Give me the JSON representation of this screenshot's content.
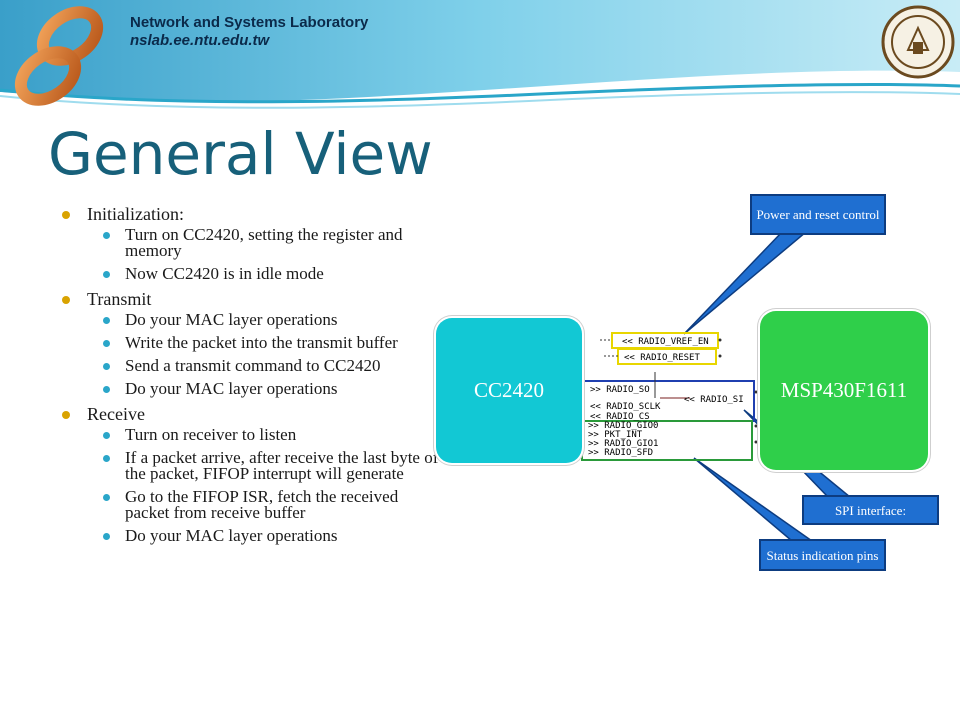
{
  "header": {
    "lab_name": "Network and Systems Laboratory",
    "lab_url": "nslab.ee.ntu.edu.tw"
  },
  "title": "General View",
  "bullets": [
    {
      "label": "Initialization:",
      "sub": [
        "Turn on CC2420, setting the register and memory",
        "Now CC2420 is in idle mode"
      ]
    },
    {
      "label": "Transmit",
      "sub": [
        "Do your MAC layer operations",
        "Write the packet into the transmit buffer",
        "Send a transmit command to CC2420",
        "Do your MAC layer operations"
      ]
    },
    {
      "label": "Receive",
      "sub": [
        "Turn on receiver to listen",
        "If a packet arrive, after receive the last byte of the packet, FIFOP interrupt will generate",
        "Go to the FIFOP ISR, fetch the received packet from receive buffer",
        "Do your MAC layer operations"
      ]
    }
  ],
  "diagram": {
    "chip_left": "CC2420",
    "chip_right": "MSP430F1611",
    "callouts": {
      "power": "Power and reset control",
      "spi": "SPI interface:",
      "status": "Status indication pins"
    },
    "pins": {
      "power": [
        "RADIO_VREF_EN",
        "RADIO_RESET"
      ],
      "spi_in": [
        "RADIO_SO",
        "RADIO_SCLK",
        "RADIO_CS"
      ],
      "spi_out": "RADIO_SI",
      "status": [
        "RADIO_GIO0",
        "PKT_INT",
        "RADIO_GIO1",
        "RADIO_SFD"
      ]
    }
  },
  "colors": {
    "title": "#17607a",
    "chip_left": "#12c8d4",
    "chip_right": "#2fcf4a",
    "callout": "#1f6fd1",
    "bullet_level1": "#d9a300",
    "bullet_level2": "#2aa6c9"
  },
  "icons": {
    "logo": "infinity-logo-icon",
    "seal": "university-seal-icon"
  }
}
